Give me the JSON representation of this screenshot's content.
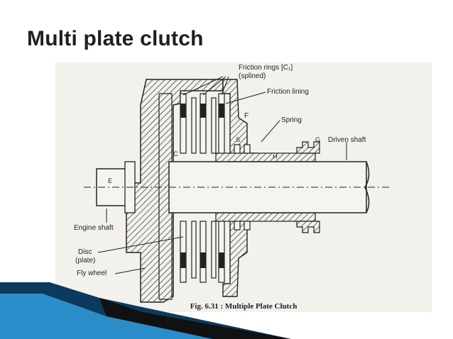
{
  "slide": {
    "title": "Multi plate clutch"
  },
  "figure": {
    "caption": "Fig. 6.31 : Multiple Plate Clutch",
    "labels": {
      "friction_rings": "Friction rings [C₁]",
      "splined": "(splined)",
      "friction_lining": "Friction lining",
      "spring": "Spring",
      "driven_shaft": "Driven shaft",
      "engine_shaft": "Engine shaft",
      "disc": "Disc",
      "plate": "(plate)",
      "fly_wheel": "Fly wheel",
      "letter_f": "F",
      "letter_s": "S",
      "letter_c": "C",
      "letter_h": "H",
      "letter_g": "G",
      "letter_e": "E"
    }
  },
  "colors": {
    "accent_dark": "#0b3a5c",
    "accent_light": "#2a8cc8",
    "accent_black": "#111111"
  }
}
